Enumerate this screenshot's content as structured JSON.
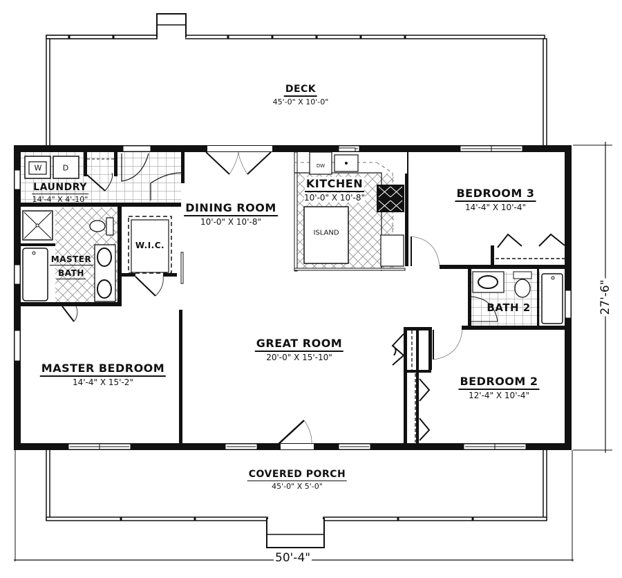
{
  "plan": {
    "overall_width": "50'-4\"",
    "overall_depth": "27'-6\""
  },
  "rooms": {
    "deck": {
      "name": "DECK",
      "size": "45'-0\" X 10'-0\""
    },
    "laundry": {
      "name": "LAUNDRY",
      "size": "14'-4\" X 4'-10\""
    },
    "master_bath": {
      "name_line1": "MASTER",
      "name_line2": "BATH"
    },
    "wic": {
      "name": "W.I.C."
    },
    "dining_room": {
      "name": "DINING ROOM",
      "size": "10'-0\" X 10'-8\""
    },
    "kitchen": {
      "name": "KITCHEN",
      "size": "10'-0\" X 10'-8\""
    },
    "island": {
      "name": "ISLAND"
    },
    "bedroom3": {
      "name": "BEDROOM 3",
      "size": "14'-4\" X 10'-4\""
    },
    "bath2": {
      "name": "BATH 2"
    },
    "master_bedroom": {
      "name": "MASTER BEDROOM",
      "size": "14'-4\" X 15'-2\""
    },
    "great_room": {
      "name": "GREAT ROOM",
      "size": "20'-0\" X 15'-10\""
    },
    "bedroom2": {
      "name": "BEDROOM 2",
      "size": "12'-4\" X 10'-4\""
    },
    "covered_porch": {
      "name": "COVERED PORCH",
      "size": "45'-0\" X 5'-0\""
    }
  },
  "fixtures": {
    "washer": "W",
    "dryer": "D",
    "dishwasher": "DW"
  },
  "colors": {
    "wall": "#111111",
    "line": "#222222",
    "tile": "#9a9a9a",
    "background": "#ffffff"
  }
}
